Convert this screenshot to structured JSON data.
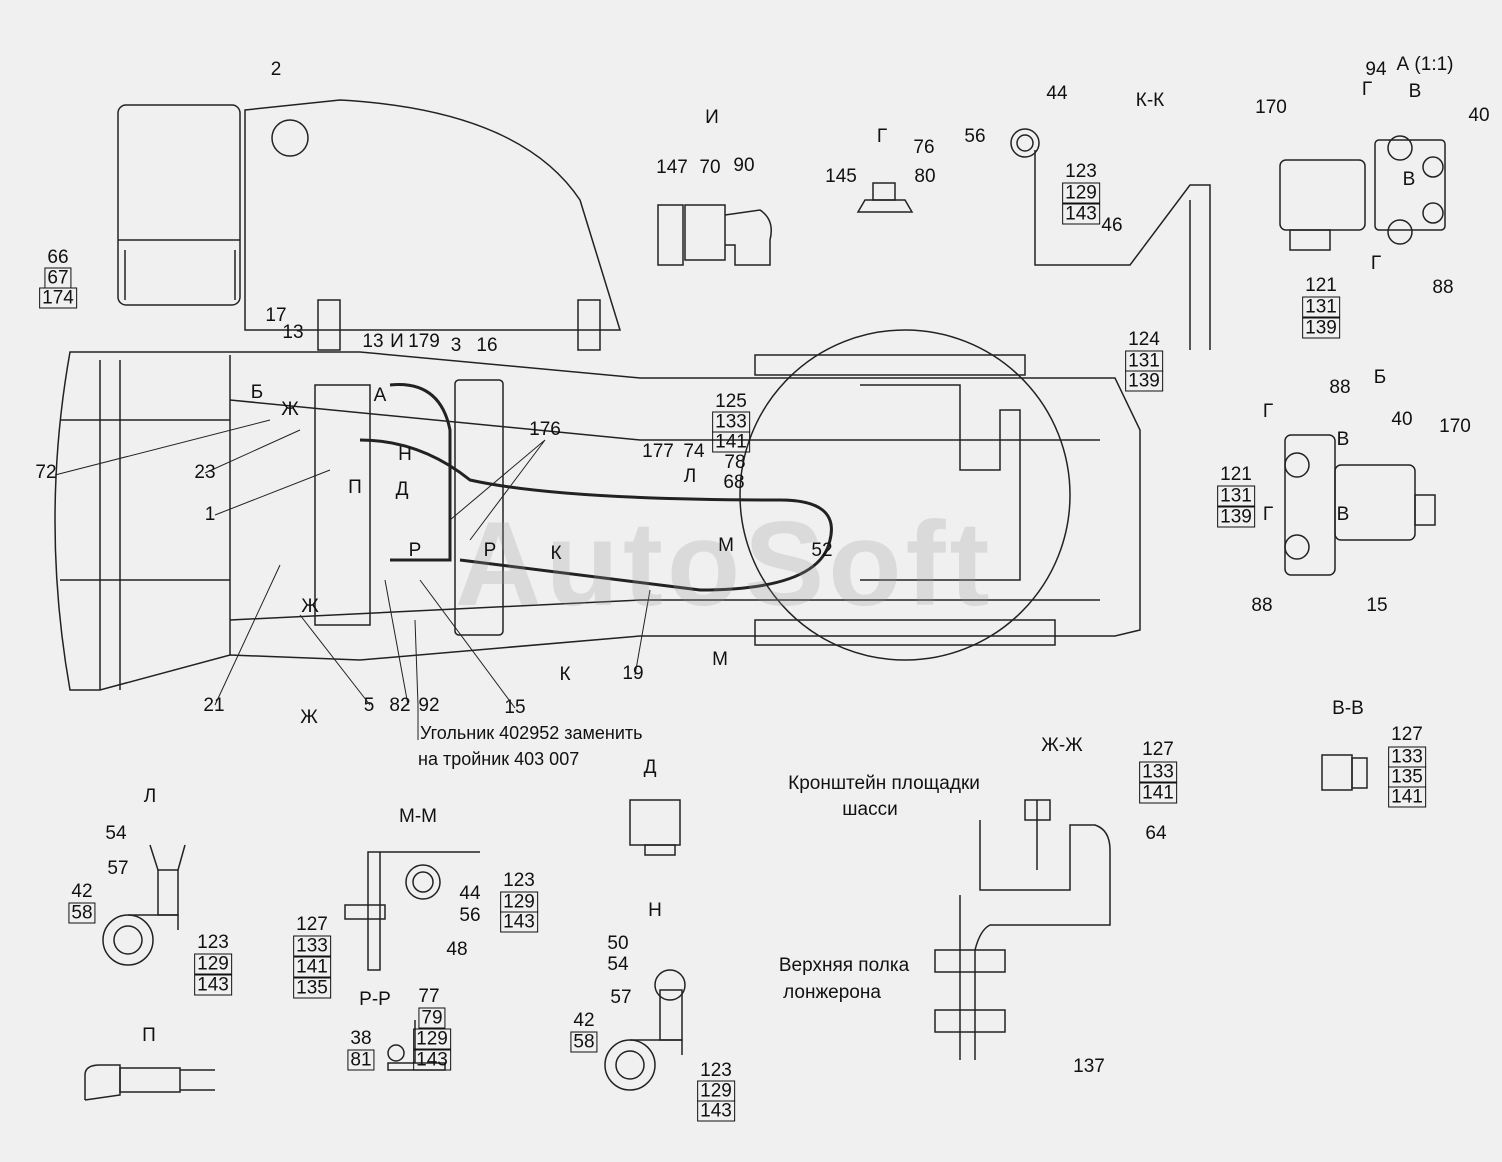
{
  "watermark": "AutoSoft",
  "main_view": {
    "labels": [
      "2",
      "66",
      "67",
      "174",
      "17",
      "13",
      "13",
      "И",
      "179",
      "3",
      "16",
      "Б",
      "Ж",
      "А",
      "72",
      "23",
      "1",
      "176",
      "Н",
      "Д",
      "П",
      "177",
      "74",
      "78",
      "Л",
      "68",
      "125",
      "133",
      "141",
      "52",
      "Р",
      "Р",
      "К",
      "М",
      "М",
      "К",
      "Ж",
      "19",
      "21",
      "5",
      "82",
      "92",
      "15",
      "Ж"
    ],
    "note_line1": "Угольник 402952 заменить",
    "note_line2": "на тройник 403 007"
  },
  "view_I": {
    "labels": [
      "И",
      "147",
      "70",
      "90"
    ]
  },
  "view_G": {
    "labels": [
      "Г",
      "76",
      "145",
      "80"
    ]
  },
  "section_KK": {
    "labels": [
      "К-К",
      "44",
      "56",
      "123",
      "129",
      "143",
      "46",
      "124",
      "131",
      "139"
    ]
  },
  "view_A": {
    "labels": [
      "А (1:1)",
      "94",
      "Г",
      "В",
      "170",
      "40",
      "В",
      "121",
      "131",
      "139",
      "Г",
      "88"
    ]
  },
  "view_B": {
    "labels": [
      "Б",
      "88",
      "Г",
      "В",
      "40",
      "170",
      "121",
      "131",
      "139",
      "В",
      "Г",
      "88",
      "15"
    ]
  },
  "section_VV": {
    "labels": [
      "В-В",
      "127",
      "133",
      "135",
      "141"
    ]
  },
  "section_ZhZh": {
    "labels": [
      "Ж-Ж",
      "127",
      "133",
      "141",
      "Кронштейн площадки",
      "шасси",
      "64",
      "Верхняя полка",
      "лонжерона",
      "137"
    ]
  },
  "view_D": {
    "labels": [
      "Д"
    ]
  },
  "view_L": {
    "labels": [
      "Л",
      "54",
      "57",
      "42",
      "58",
      "123",
      "129",
      "143"
    ]
  },
  "section_MM": {
    "labels": [
      "М-М",
      "123",
      "129",
      "143",
      "44",
      "56",
      "127",
      "133",
      "141",
      "135",
      "48"
    ]
  },
  "view_N": {
    "labels": [
      "Н",
      "50",
      "54",
      "57",
      "42",
      "58",
      "123",
      "129",
      "143"
    ]
  },
  "section_RR": {
    "labels": [
      "Р-Р",
      "77",
      "79",
      "129",
      "143",
      "38",
      "81"
    ]
  },
  "view_P": {
    "labels": [
      "П"
    ]
  }
}
